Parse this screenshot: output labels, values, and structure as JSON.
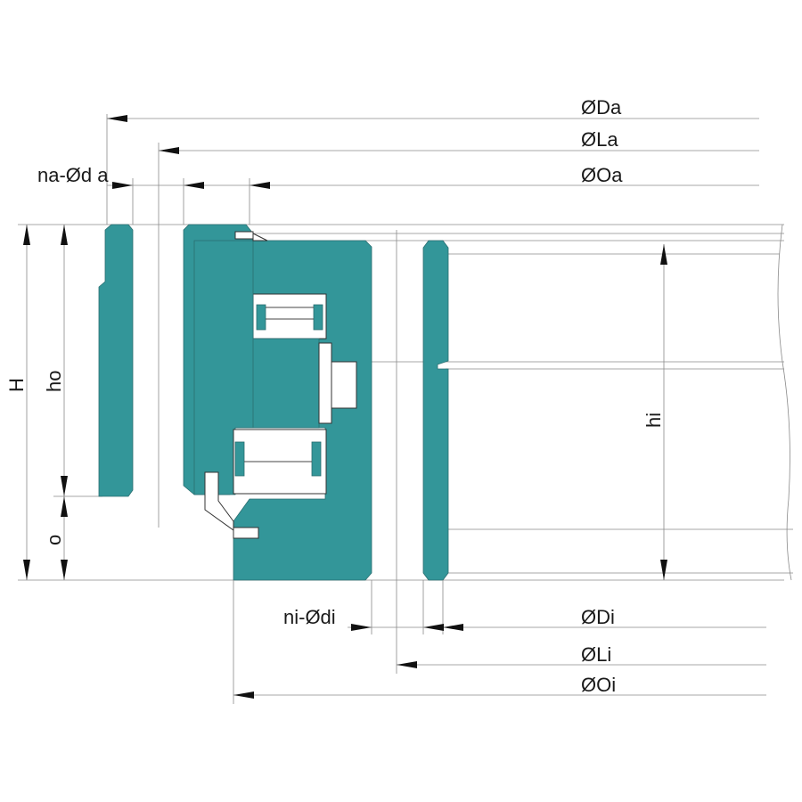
{
  "colors": {
    "teal": "#339699",
    "line": "#8a8a8a",
    "arrow": "#111111",
    "text": "#1a1a1a"
  },
  "labels": {
    "Da": "ØDa",
    "La": "ØLa",
    "Oa": "ØOa",
    "na_da": "na-Ød a",
    "H": "H",
    "ho": "ho",
    "o": "o",
    "hi": "hi",
    "ni_di": "ni-Ødi",
    "Di": "ØDi",
    "Li": "ØLi",
    "Oi": "ØOi"
  }
}
